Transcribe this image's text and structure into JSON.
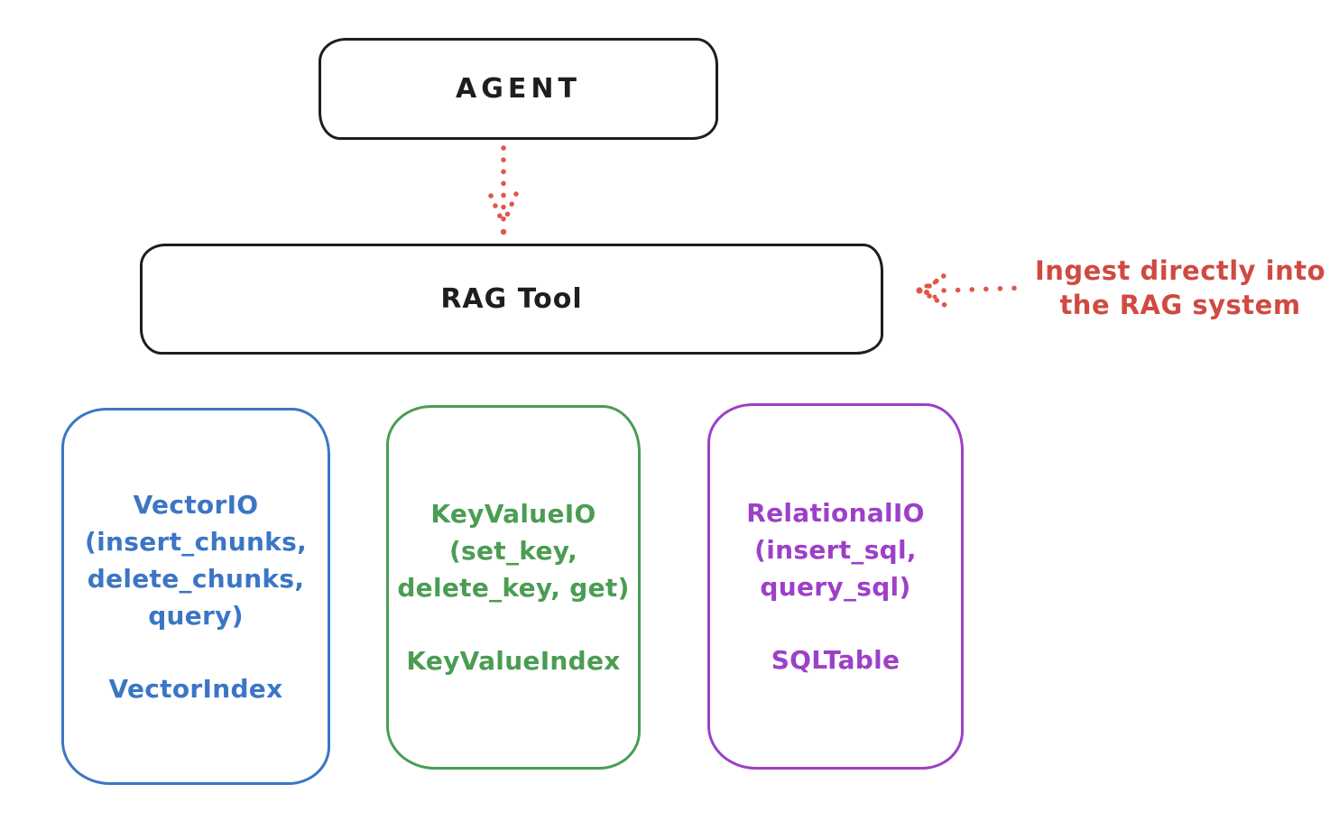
{
  "diagram": {
    "agent": {
      "label": "AGENT"
    },
    "rag_tool": {
      "label": "RAG Tool"
    },
    "agent_to_rag_arrow": {
      "style": "dotted",
      "color": "#e0564a",
      "direction": "down"
    },
    "annotation": {
      "text_line1": "Ingest directly into",
      "text_line2": "the RAG system",
      "color": "#cf4a41",
      "arrow": {
        "style": "dotted",
        "color": "#e0564a",
        "direction": "left"
      }
    },
    "cards": [
      {
        "title": "VectorIO",
        "params": [
          "(insert_chunks,",
          "delete_chunks,",
          "query)"
        ],
        "index_label": "VectorIndex",
        "color": "#3b76c5"
      },
      {
        "title": "KeyValueIO",
        "params": [
          "(set_key,",
          "delete_key, get)"
        ],
        "index_label": "KeyValueIndex",
        "color": "#4a9d52"
      },
      {
        "title": "RelationalIO",
        "params": [
          "(insert_sql,",
          "query_sql)"
        ],
        "index_label": "SQLTable",
        "color": "#9d40c7"
      }
    ]
  }
}
